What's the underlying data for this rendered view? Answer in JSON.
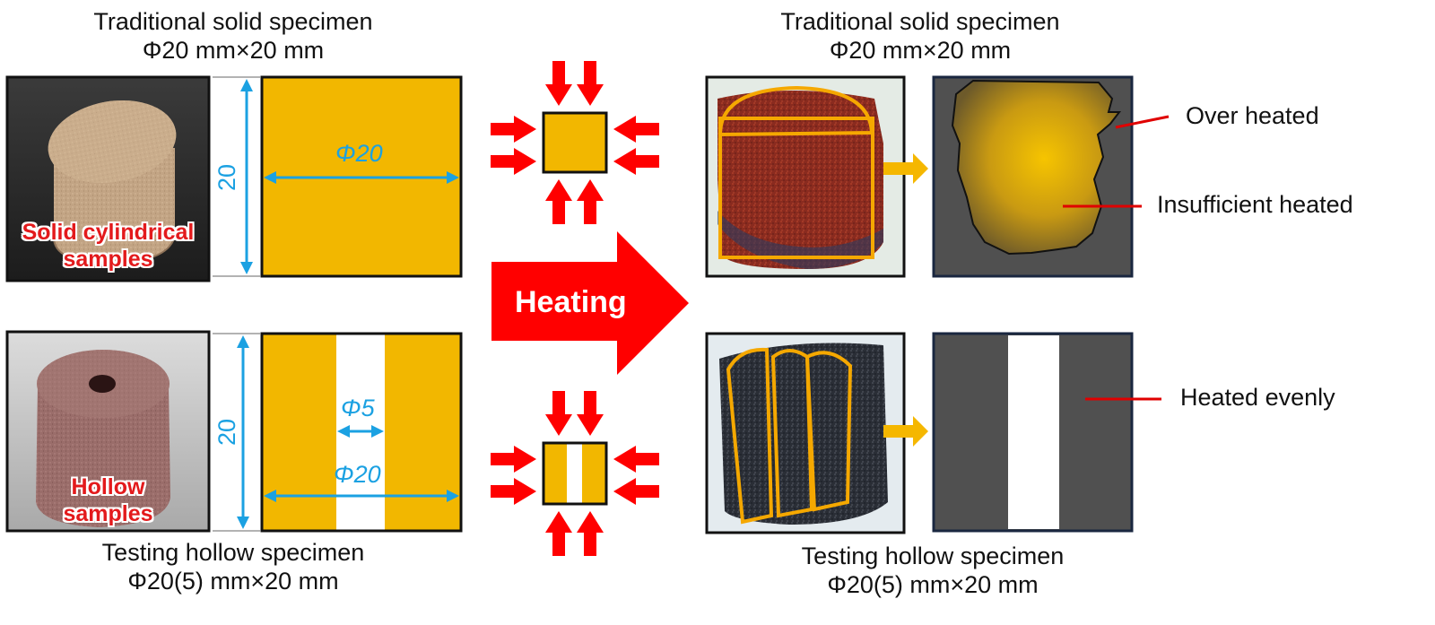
{
  "top_left": {
    "title": "Traditional solid specimen",
    "dims": "Φ20 mm×20 mm"
  },
  "top_right": {
    "title": "Traditional solid specimen",
    "dims": "Φ20 mm×20 mm"
  },
  "bottom_left": {
    "title": "Testing hollow specimen",
    "dims": "Φ20(5) mm×20 mm"
  },
  "bottom_right": {
    "title": "Testing hollow specimen",
    "dims": "Φ20(5) mm×20 mm"
  },
  "photos": {
    "solid_label_1": "Solid cylindrical",
    "solid_label_2": "samples",
    "hollow_label_1": "Hollow",
    "hollow_label_2": "samples"
  },
  "dimensions": {
    "height_solid": "20",
    "diameter_solid": "Φ20",
    "height_hollow": "20",
    "inner_hollow": "Φ5",
    "diameter_hollow": "Φ20"
  },
  "arrow_label": "Heating",
  "results": {
    "over_heated": "Over heated",
    "insufficient_heated": "Insufficient heated",
    "heated_evenly": "Heated evenly"
  },
  "colors": {
    "specimen_fill": "#F2B700",
    "dimension_line": "#1BA1E2",
    "arrow_red": "#FF0000",
    "result_bg": "#505050",
    "pointer_red": "#E00000",
    "outline_orange": "#F5A800"
  }
}
